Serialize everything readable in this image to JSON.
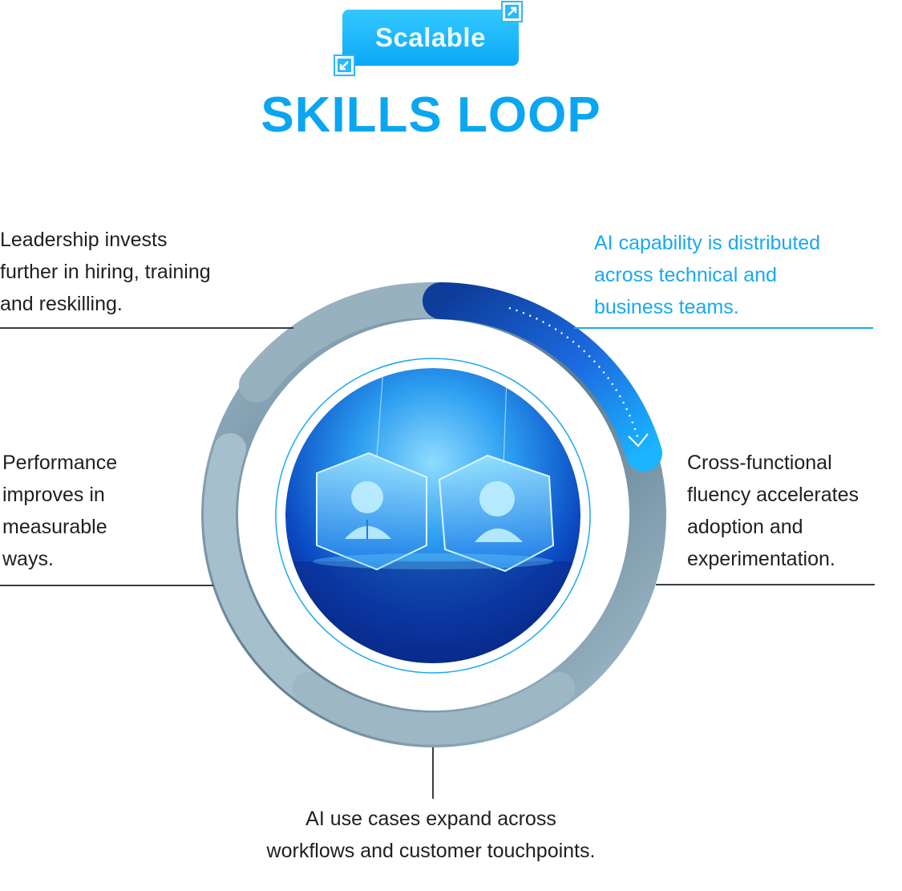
{
  "header": {
    "badge_label": "Scalable",
    "title": "SKILLS LOOP"
  },
  "colors": {
    "accent": "#0aa6f2",
    "ring": "#8faebe",
    "ring_dark": "#3c5a70",
    "arc_blue": "#1a5fd0",
    "text": "#1d1f22"
  },
  "notes": {
    "top_left": [
      "Leadership invests",
      "further in hiring, training",
      "and reskilling."
    ],
    "top_right": [
      "AI capability is distributed",
      "across technical and",
      "business teams."
    ],
    "mid_left": [
      "Performance",
      "improves in",
      "measurable",
      "ways."
    ],
    "mid_right": [
      "Cross-functional",
      "fluency accelerates",
      "adoption and",
      "experimentation."
    ],
    "bottom": [
      "AI use cases expand across",
      "workflows and customer touchpoints."
    ]
  },
  "center_image": {
    "icons": [
      "man-avatar-hexagon-icon",
      "woman-avatar-hexagon-icon"
    ]
  }
}
